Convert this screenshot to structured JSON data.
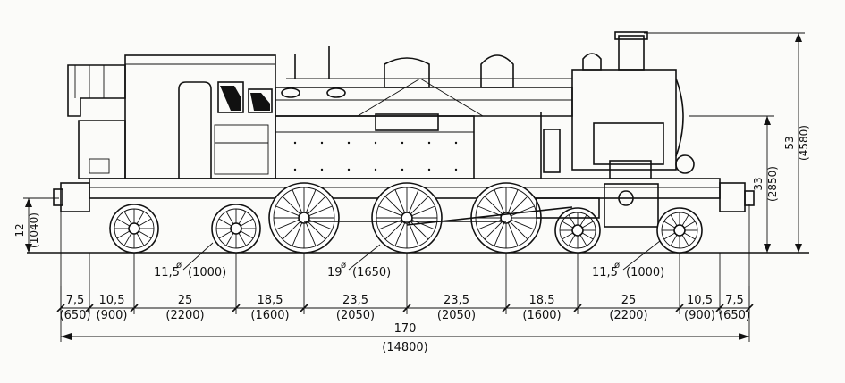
{
  "horizontal_dims": [
    {
      "main": "7,5",
      "sub": "(650)"
    },
    {
      "main": "10,5",
      "sub": "(900)"
    },
    {
      "main": "25",
      "sub": "(2200)"
    },
    {
      "main": "18,5",
      "sub": "(1600)"
    },
    {
      "main": "23,5",
      "sub": "(2050)"
    },
    {
      "main": "23,5",
      "sub": "(2050)"
    },
    {
      "main": "18,5",
      "sub": "(1600)"
    },
    {
      "main": "25",
      "sub": "(2200)"
    },
    {
      "main": "10,5",
      "sub": "(900)"
    },
    {
      "main": "7,5",
      "sub": "(650)"
    }
  ],
  "total_length": {
    "main": "170",
    "sub": "(14800)"
  },
  "wheel_labels": {
    "front_carrying": {
      "main": "11,5",
      "sub": "(1000)"
    },
    "driving": {
      "main": "19",
      "sub": "(1650)"
    },
    "rear_carrying": {
      "main": "11,5",
      "sub": "(1000)"
    }
  },
  "diameter_symbol": "ø",
  "vertical_dims": {
    "buffer_height": {
      "main": "12",
      "sub": "(1040)"
    },
    "boiler_height": {
      "main": "33",
      "sub": "(2850)"
    },
    "overall_height": {
      "main": "53",
      "sub": "(4580)"
    }
  }
}
